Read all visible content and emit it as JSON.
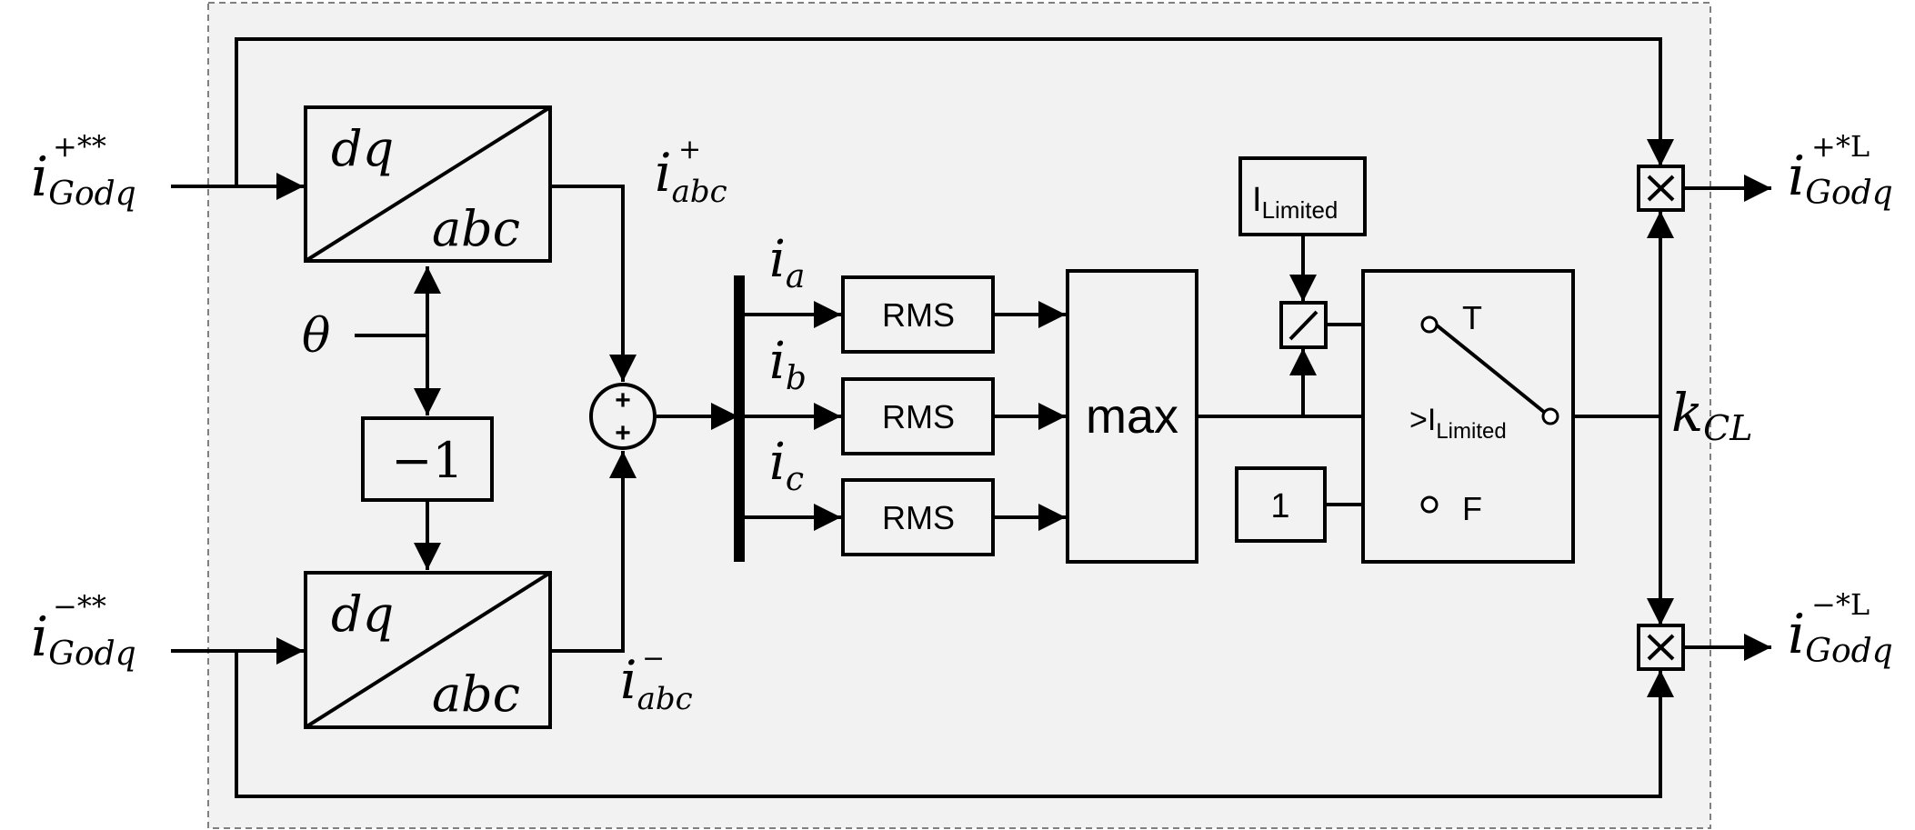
{
  "inputs": {
    "pos": {
      "base": "i",
      "sub": "Godq",
      "sup": "+**"
    },
    "neg": {
      "base": "i",
      "sub": "Godq",
      "sup": "−**"
    }
  },
  "outputs": {
    "pos": {
      "base": "i",
      "sub": "Godq",
      "sup": "+*L"
    },
    "neg": {
      "base": "i",
      "sub": "Godq",
      "sup": "−*L"
    }
  },
  "transform_blocks": {
    "top": "dq",
    "bottom": "abc"
  },
  "theta": "θ",
  "gain_neg": "−1",
  "signals": {
    "iabc_pos": {
      "base": "i",
      "sub": "abc",
      "sup": "+"
    },
    "iabc_neg": {
      "base": "i",
      "sub": "abc",
      "sup": "−"
    },
    "ia": {
      "base": "i",
      "sub": "a"
    },
    "ib": {
      "base": "i",
      "sub": "b"
    },
    "ic": {
      "base": "i",
      "sub": "c"
    },
    "kcl": {
      "base": "k",
      "sub": "CL"
    }
  },
  "sum_signs": [
    "+",
    "+"
  ],
  "rms_label": "RMS",
  "max_label": "max",
  "ilimited": {
    "base": "I",
    "sub": "Limited"
  },
  "divide_symbol": "/",
  "const_one": "1",
  "switch": {
    "true_label": "T",
    "false_label": "F",
    "cond_prefix": ">I",
    "cond_sub": "Limited"
  },
  "multiply_symbol": "×"
}
